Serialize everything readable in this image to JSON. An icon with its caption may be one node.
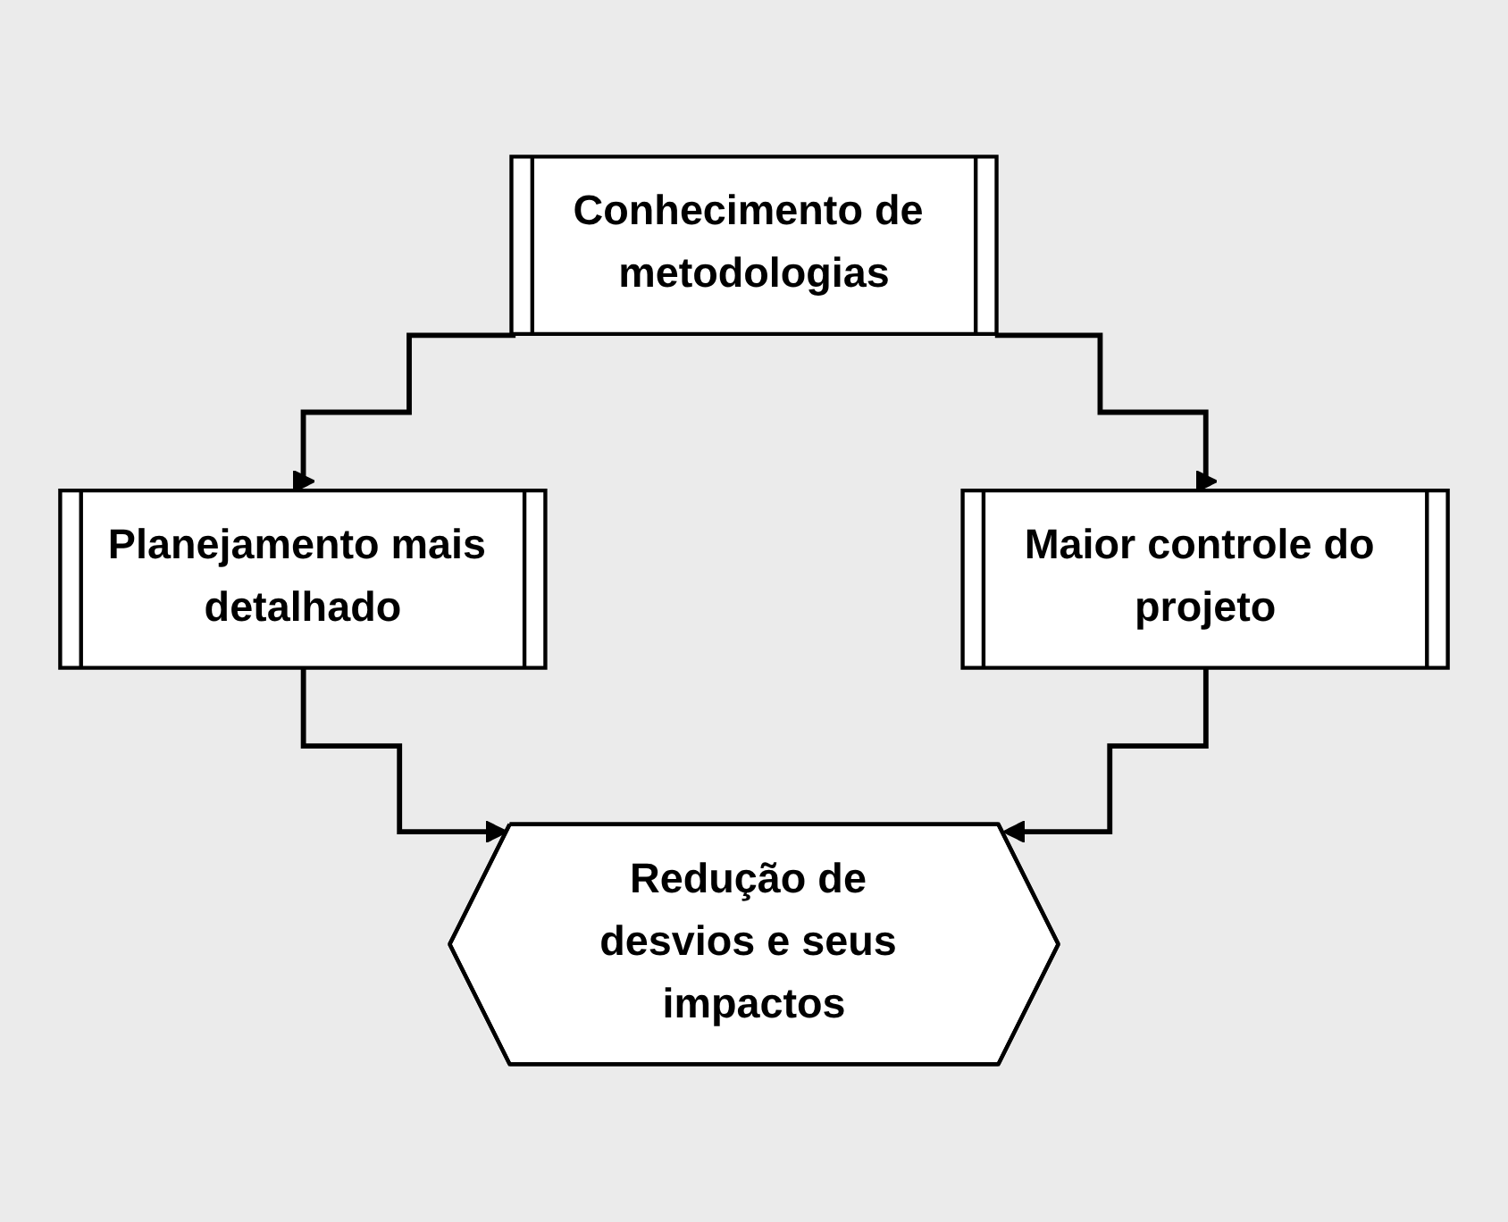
{
  "diagram": {
    "nodes": [
      {
        "text": [
          "Conhecimento de metodologias"
        ]
      },
      {
        "text": [
          "Planejamento mais detalhado"
        ]
      },
      {
        "text": [
          "Maior controle do projeto"
        ]
      },
      {
        "text": [
          "Redução de desvios e seus impactos"
        ]
      }
    ],
    "edges": [
      {
        "from": 0,
        "to": 1,
        "arrow": "to"
      },
      {
        "from": 0,
        "to": 2,
        "arrow": "to"
      },
      {
        "from": 1,
        "to": 3,
        "arrow": "to"
      },
      {
        "from": 2,
        "to": 3,
        "arrow": "to"
      }
    ]
  }
}
